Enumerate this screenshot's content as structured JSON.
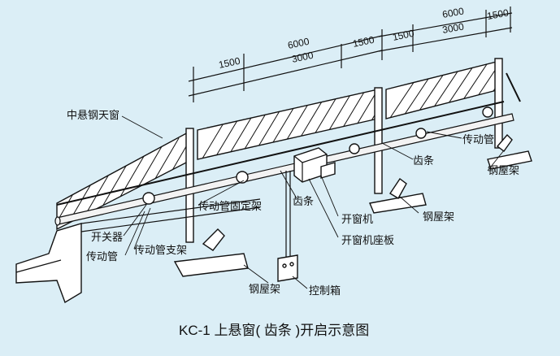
{
  "caption": "KC-1 上悬窗( 齿条 )开启示意图",
  "dimensions": {
    "row1": [
      "1500",
      "6000",
      "1500",
      "1500"
    ],
    "row2": [
      "3000",
      "3000"
    ],
    "row3": [
      "6000"
    ],
    "row4": [
      "1500"
    ]
  },
  "labels": {
    "window": "中悬钢天窗",
    "drive_pipe_right": "传动管",
    "rack_right": "齿条",
    "roof_frame_right": "钢屋架",
    "drive_pipe_bracket_fixed": "传动管固定架",
    "rack_center": "齿条",
    "opener": "开窗机",
    "roof_frame_mid": "钢屋架",
    "switch": "开关器",
    "drive_pipe_left": "传动管",
    "drive_pipe_support": "传动管支架",
    "opener_seat": "开窗机座板",
    "roof_frame_bottom": "钢屋架",
    "control_box": "控制箱"
  }
}
